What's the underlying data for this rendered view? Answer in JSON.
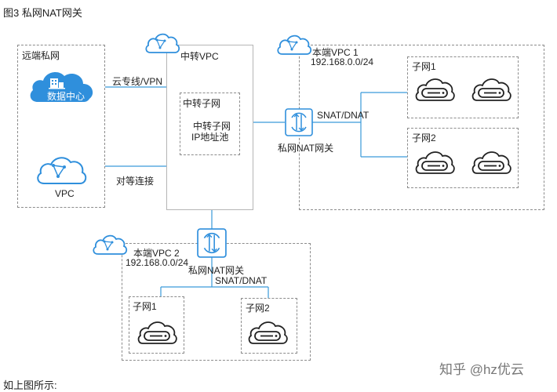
{
  "figure_title": "图3 私网NAT网关",
  "remote_private_network": {
    "label": "远端私网",
    "data_center": "数据中心",
    "vpc": "VPC"
  },
  "links": {
    "cloud_connect": "云专线/VPN",
    "peering": "对等连接"
  },
  "transit_vpc": {
    "label": "中转VPC",
    "subnet_label": "中转子网",
    "subnet_inner_line1": "中转子网",
    "subnet_inner_line2": "IP地址池"
  },
  "local_vpc1": {
    "label": "本端VPC 1",
    "cidr": "192.168.0.0/24",
    "gateway": "私网NAT网关",
    "snat_dnat": "SNAT/DNAT",
    "subnet1": "子网1",
    "subnet2": "子网2"
  },
  "local_vpc2": {
    "label": "本端VPC 2",
    "cidr": "192.168.0.0/24",
    "gateway": "私网NAT网关",
    "snat_dnat": "SNAT/DNAT",
    "subnet1": "子网1",
    "subnet2": "子网2"
  },
  "watermark": "知乎 @hz优云",
  "footer_text": "如上图所示:",
  "colors": {
    "accent_blue": "#2f8fdc",
    "line_blue": "#3a9ad9",
    "dashed_border": "#8c8c8c"
  },
  "icons": [
    "vpc-cloud-icon",
    "data-center-icon",
    "nat-gateway-icon",
    "server-cloud-icon"
  ]
}
